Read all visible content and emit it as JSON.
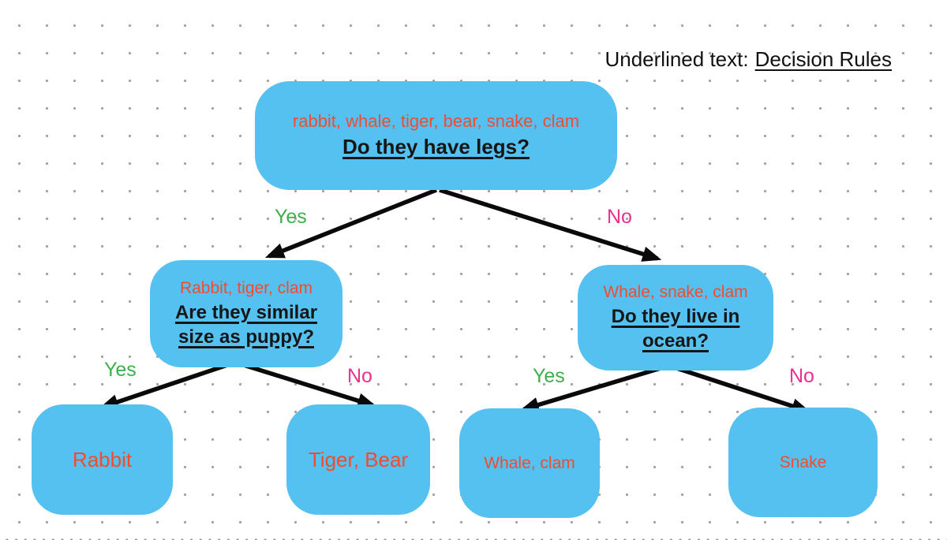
{
  "legend": {
    "prefix": "Underlined text:",
    "rule_label": "Decision Rules"
  },
  "colors": {
    "node_fill": "#55c1f0",
    "item_text": "#f24b30",
    "question_text": "#161616",
    "yes_label": "#3cb04c",
    "no_label": "#e9318e",
    "arrow": "#0a0a0a",
    "dot_grid": "#a3a3a3"
  },
  "nodes": {
    "root": {
      "items": "rabbit, whale, tiger, bear, snake, clam",
      "question": "Do they have legs?"
    },
    "left": {
      "items": "Rabbit, tiger, clam",
      "question": "Are they similar\nsize as puppy?"
    },
    "right": {
      "items": "Whale, snake, clam",
      "question": "Do they live in\nocean?"
    },
    "leaf_rabbit": {
      "label": "Rabbit"
    },
    "leaf_tiger_bear": {
      "label": "Tiger, Bear"
    },
    "leaf_whale_clam": {
      "label": "Whale, clam"
    },
    "leaf_snake": {
      "label": "Snake"
    }
  },
  "branch_labels": {
    "root_yes": "Yes",
    "root_no": "No",
    "left_yes": "Yes",
    "left_no": "No",
    "right_yes": "Yes",
    "right_no": "No"
  }
}
